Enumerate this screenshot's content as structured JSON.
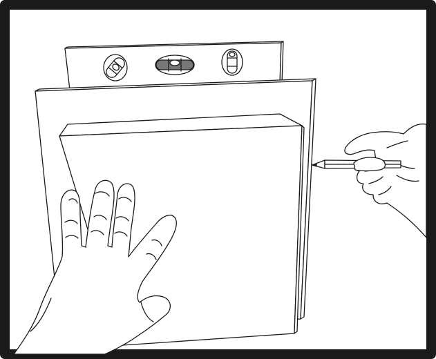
{
  "colors": {
    "ink": "#1a1a1a",
    "paper": "#ffffff",
    "frame": "#1a1a1a"
  },
  "scene": {
    "objects": [
      "spirit-level",
      "backing-panel",
      "front-panel",
      "left-hand",
      "right-hand-with-pencil"
    ]
  }
}
